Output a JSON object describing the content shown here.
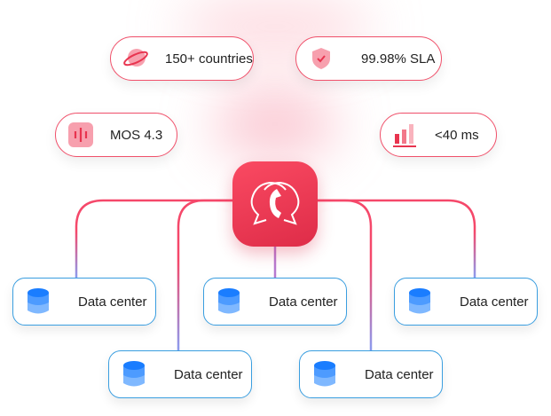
{
  "features": [
    {
      "label": "150+ countries",
      "icon": "planet-icon"
    },
    {
      "label": "99.98% SLA",
      "icon": "shield-check-icon"
    },
    {
      "label": "MOS 4.3",
      "icon": "audio-wave-icon"
    },
    {
      "label": "<40 ms",
      "icon": "signal-bars-icon"
    }
  ],
  "hub": {
    "icon": "phone-chat-bubbles-icon"
  },
  "data_centers": [
    {
      "label": "Data center"
    },
    {
      "label": "Data center"
    },
    {
      "label": "Data center"
    },
    {
      "label": "Data center"
    },
    {
      "label": "Data center"
    }
  ],
  "colors": {
    "accent": "#f0405c",
    "line_top": "#f5486a",
    "line_bottom": "#8b9cf0",
    "db_blue": "#1a7dff",
    "border_blue": "#3a9ee0"
  }
}
